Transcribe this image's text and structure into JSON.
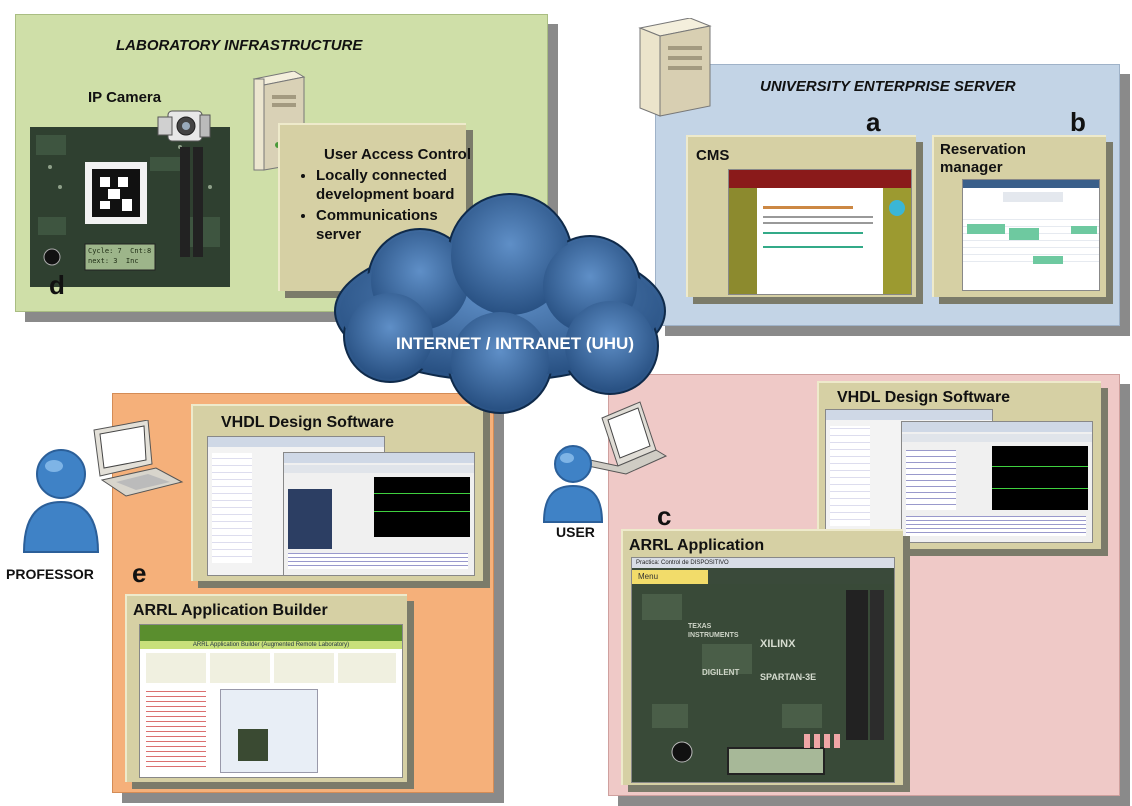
{
  "lab": {
    "title": "LABORATORY INFRASTRUCTURE",
    "camera_label": "IP Camera",
    "letter": "d",
    "board_lcd": "Cycle: 7  Cnt:8\nnext: 3  Inc",
    "access_title": "User Access Control",
    "access_items": [
      "Locally connected development board",
      "Communications server"
    ]
  },
  "server": {
    "title": "UNIVERSITY ENTERPRISE SERVER",
    "cms": {
      "title": "CMS",
      "letter": "a"
    },
    "reservation": {
      "title": "Reservation manager",
      "letter": "b"
    }
  },
  "cloud": {
    "label": "INTERNET / INTRANET (UHU)"
  },
  "professor": {
    "label": "PROFESSOR",
    "letter": "e",
    "vhdl": {
      "title": "VHDL Design Software"
    },
    "builder": {
      "title": "ARRL Application Builder",
      "header": "ARRL Application Builder (Augmented Remote Laboratory)"
    }
  },
  "user": {
    "label": "USER",
    "letter": "c",
    "vhdl": {
      "title": "VHDL Design Software"
    },
    "app": {
      "title": "ARRL Application",
      "window_title": "Practica: Control de DISPOSITIVO",
      "menu": "Menu",
      "board_text": [
        "TEXAS INSTRUMENTS",
        "XILINX",
        "DIGILENT",
        "SPARTAN-3E"
      ]
    }
  },
  "colors": {
    "lab_bg": "#cfdfa8",
    "server_bg": "#c3d4e6",
    "professor_bg": "#f5b07a",
    "user_bg": "#efc9c7",
    "card_bg": "#d6d0a4",
    "cloud": "#2f5e95"
  }
}
